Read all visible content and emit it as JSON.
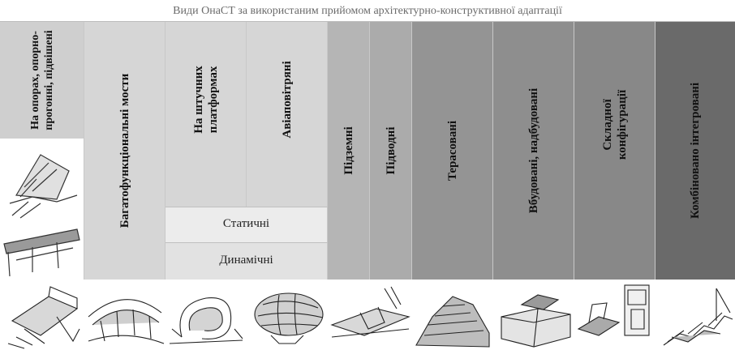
{
  "title": "Види ОнаСТ за використаним прийомом архітектурно-конструктивної адаптації",
  "columns": {
    "on_supports": "На опорах, опорно-прогонні, підвішені",
    "multifunctional_bridges": "Багатофункціональні мости",
    "artificial_platforms": "На штучних платформах",
    "aeronautical": "Авіаповітряні",
    "static": "Статичні",
    "dynamic": "Динамічні",
    "underground": "Підземні",
    "underwater": "Підводні",
    "terraced": "Терасовані",
    "built_in": "Вбудовані, надбудовані",
    "complex": "Складної конфігурації",
    "combined": "Комбіновано інтегровані"
  },
  "colors": {
    "light": "#d6d6d6",
    "lighter": "#e8e8e8",
    "mid": "#a9a9a9",
    "midlight": "#b8b8b8",
    "dark": "#8c8c8c",
    "darker": "#7a7a7a",
    "darkest": "#6a6a6a",
    "white": "#ffffff"
  },
  "sketch_icons": [
    "cantilever-house-icon",
    "bridge-building-icon",
    "spiral-building-icon",
    "airship-icon",
    "underground-structure-icon",
    "terraced-hill-icon",
    "built-in-block-icon",
    "complex-configuration-icon",
    "stair-cascade-icon"
  ]
}
